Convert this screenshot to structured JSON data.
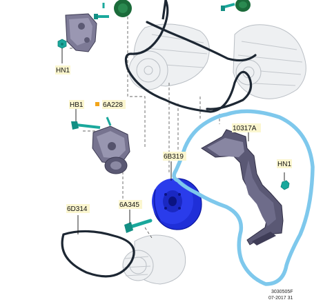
{
  "callouts": {
    "hn1_top": "HN1",
    "hb1": "HB1",
    "part_6a228": "6A228",
    "part_10317a": "10317A",
    "hn1_right": "HN1",
    "part_6b319": "6B319",
    "part_6d314": "6D314",
    "part_6a345": "6A345"
  },
  "footer": {
    "ref_code": "3030505F",
    "ref_date": "07-2017 31"
  },
  "colors": {
    "highlight_outline": "#7ec8ec",
    "damper_pulley": "#1f2fd8",
    "bracket": "#4c4a66",
    "label_bg": "#fbf6cf",
    "fastener": "#1aa89c",
    "belt": "#1d2733",
    "note_marker": "#f2a51a"
  }
}
